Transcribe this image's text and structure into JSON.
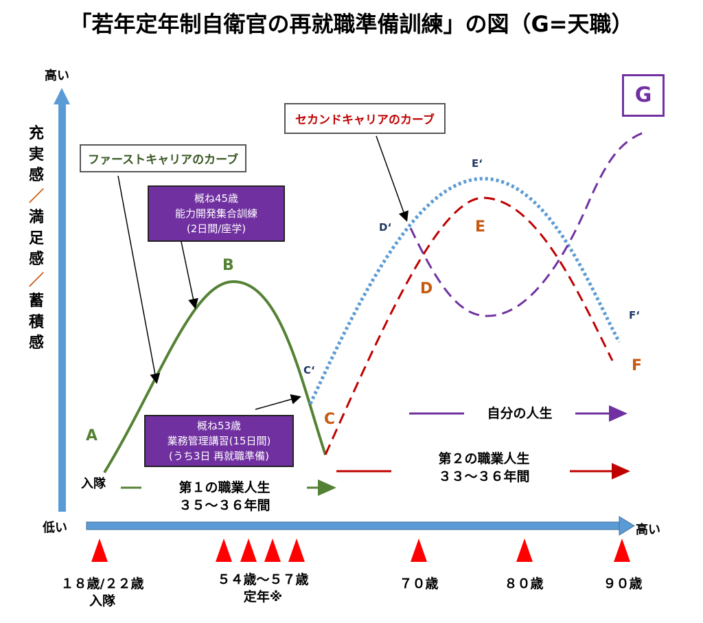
{
  "title": "「若年定年制自衛官の再就職準備訓練」の図（G=天職）",
  "y_axis": {
    "high": "高い",
    "low": "低い",
    "label_chars": [
      "充",
      "実",
      "感",
      "／",
      "満",
      "足",
      "感",
      "／",
      "蓄",
      "積",
      "感"
    ]
  },
  "x_axis": {
    "high": "高い"
  },
  "callouts": {
    "first_curve": "ファーストキャリアのカーブ",
    "second_curve": "セカンドキャリアのカーブ",
    "training_45": [
      "概ね45歳",
      "能力開発集合訓練",
      "(2日間/座学)"
    ],
    "training_53": [
      "概ね53歳",
      "業務管理講習(15日間)",
      "(うち3日 再就職準備)"
    ]
  },
  "points": {
    "A": "A",
    "B": "B",
    "C": "C",
    "C2": "C‘",
    "D": "D",
    "D2": "D‘",
    "E": "E",
    "E2": "E‘",
    "F": "F",
    "F2": "F‘",
    "G": "G"
  },
  "enlist_label": "入隊",
  "life_1": [
    "第１の職業人生",
    "３５～３６年間"
  ],
  "life_2": [
    "第２の職業人生",
    "３３～３６年間"
  ],
  "own_life": "自分の人生",
  "ages": {
    "a1": [
      "１８歳/２２歳",
      "入隊"
    ],
    "a2": [
      "５４歳～５７歳",
      "定年※"
    ],
    "a3": "７０歳",
    "a4": "８０歳",
    "a5": "９０歳"
  },
  "colors": {
    "first": "#548235",
    "second_red": "#c00000",
    "second_blue": "#5b9bd5",
    "own_purple": "#7030a0",
    "axis": "#5b9bd5",
    "marker": "#ff0000",
    "label_orange": "#c55a11",
    "label_navy": "#1f3864"
  }
}
